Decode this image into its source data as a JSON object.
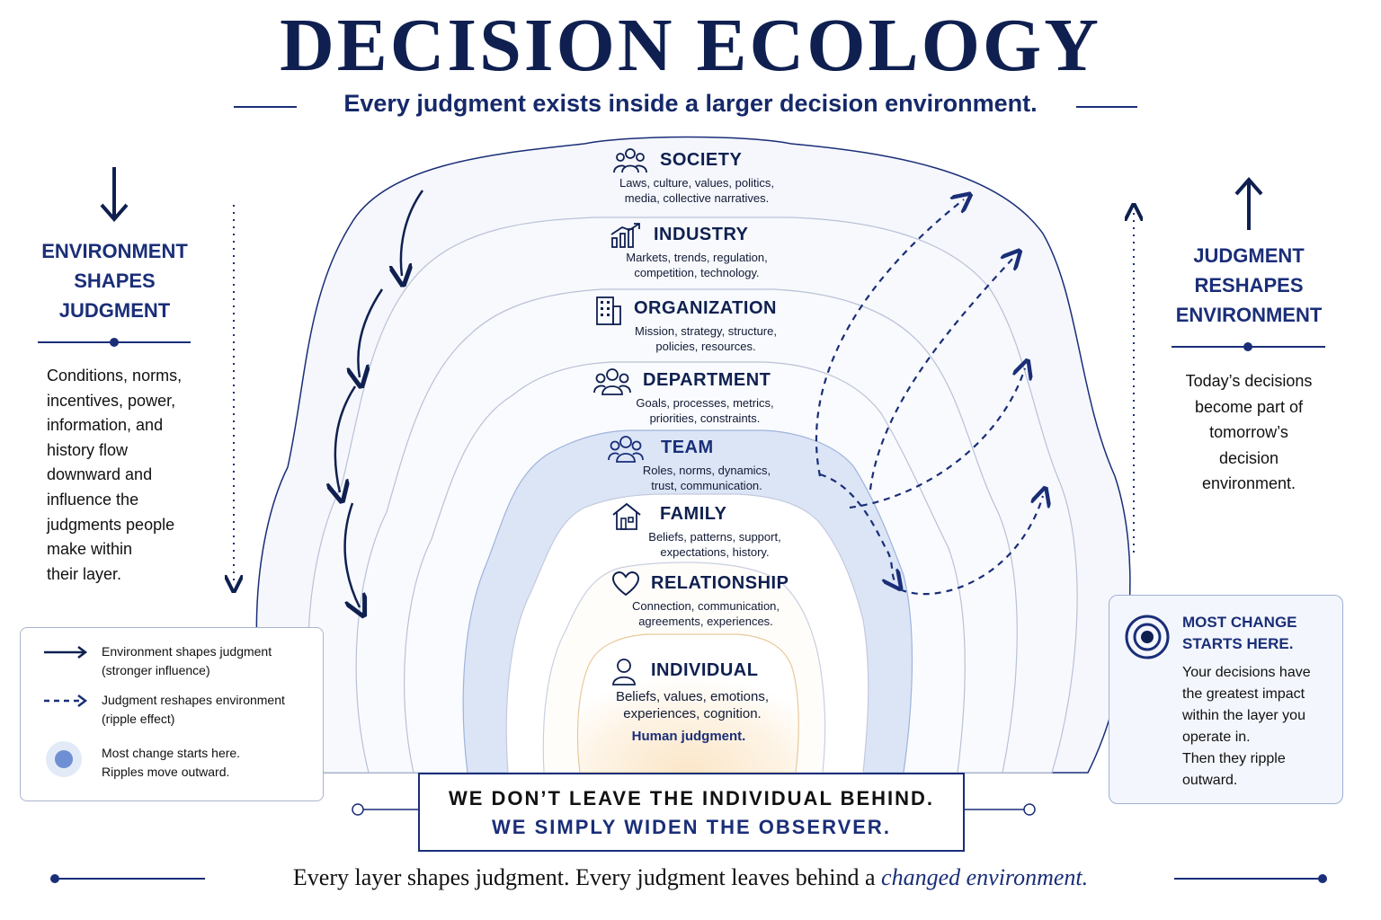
{
  "title": "DECISION ECOLOGY",
  "subtitle": "Every judgment exists inside a larger decision environment.",
  "layers": [
    {
      "name": "SOCIETY",
      "desc1": "Laws, culture, values, politics,",
      "desc2": "media, collective narratives.",
      "icon": "people-group-icon"
    },
    {
      "name": "INDUSTRY",
      "desc1": "Markets, trends, regulation,",
      "desc2": "competition, technology.",
      "icon": "bar-chart-icon"
    },
    {
      "name": "ORGANIZATION",
      "desc1": "Mission, strategy, structure,",
      "desc2": "policies, resources.",
      "icon": "building-icon"
    },
    {
      "name": "DEPARTMENT",
      "desc1": "Goals, processes, metrics,",
      "desc2": "priorities, constraints.",
      "icon": "group-icon"
    },
    {
      "name": "TEAM",
      "desc1": "Roles, norms, dynamics,",
      "desc2": "trust, communication.",
      "icon": "team-icon"
    },
    {
      "name": "FAMILY",
      "desc1": "Beliefs, patterns, support,",
      "desc2": "expectations, history.",
      "icon": "house-icon"
    },
    {
      "name": "RELATIONSHIP",
      "desc1": "Connection, communication,",
      "desc2": "agreements, experiences.",
      "icon": "heart-icon"
    },
    {
      "name": "INDIVIDUAL",
      "desc1": "Beliefs, values, emotions,",
      "desc2": "experiences, cognition.",
      "icon": "person-icon"
    }
  ],
  "individual_note": "Human judgment.",
  "left_panel": {
    "heading": [
      "ENVIRONMENT",
      "SHAPES",
      "JUDGMENT"
    ],
    "text": [
      "Conditions, norms,",
      "incentives, power,",
      "information, and",
      "history flow",
      "downward and",
      "influence the",
      "judgments people",
      "make within",
      "their layer."
    ]
  },
  "right_panel": {
    "heading": [
      "JUDGMENT",
      "RESHAPES",
      "ENVIRONMENT"
    ],
    "text": [
      "Today’s decisions",
      "become part of",
      "tomorrow’s",
      "decision",
      "environment."
    ]
  },
  "legend": {
    "solid": [
      "Environment shapes judgment",
      "(stronger influence)"
    ],
    "dashed": [
      "Judgment reshapes environment",
      "(ripple effect)"
    ],
    "dot": [
      "Most change starts here.",
      "Ripples move outward."
    ]
  },
  "callout": {
    "heading": [
      "MOST CHANGE",
      "STARTS HERE."
    ],
    "text": [
      "Your decisions have",
      "the greatest impact",
      "within the layer you",
      "operate in.",
      "Then they ripple",
      "outward."
    ]
  },
  "quote": {
    "line1": "WE DON’T LEAVE THE INDIVIDUAL BEHIND.",
    "line2": "WE SIMPLY WIDEN THE OBSERVER."
  },
  "footer": {
    "part1": "Every layer shapes judgment.  Every judgment leaves behind a ",
    "part2": "changed environment."
  },
  "colors": {
    "navy": "#0f2050",
    "accent": "#1a2e78",
    "team_fill": "#dbe5f6",
    "individual_glow": "#fbe6c8"
  }
}
